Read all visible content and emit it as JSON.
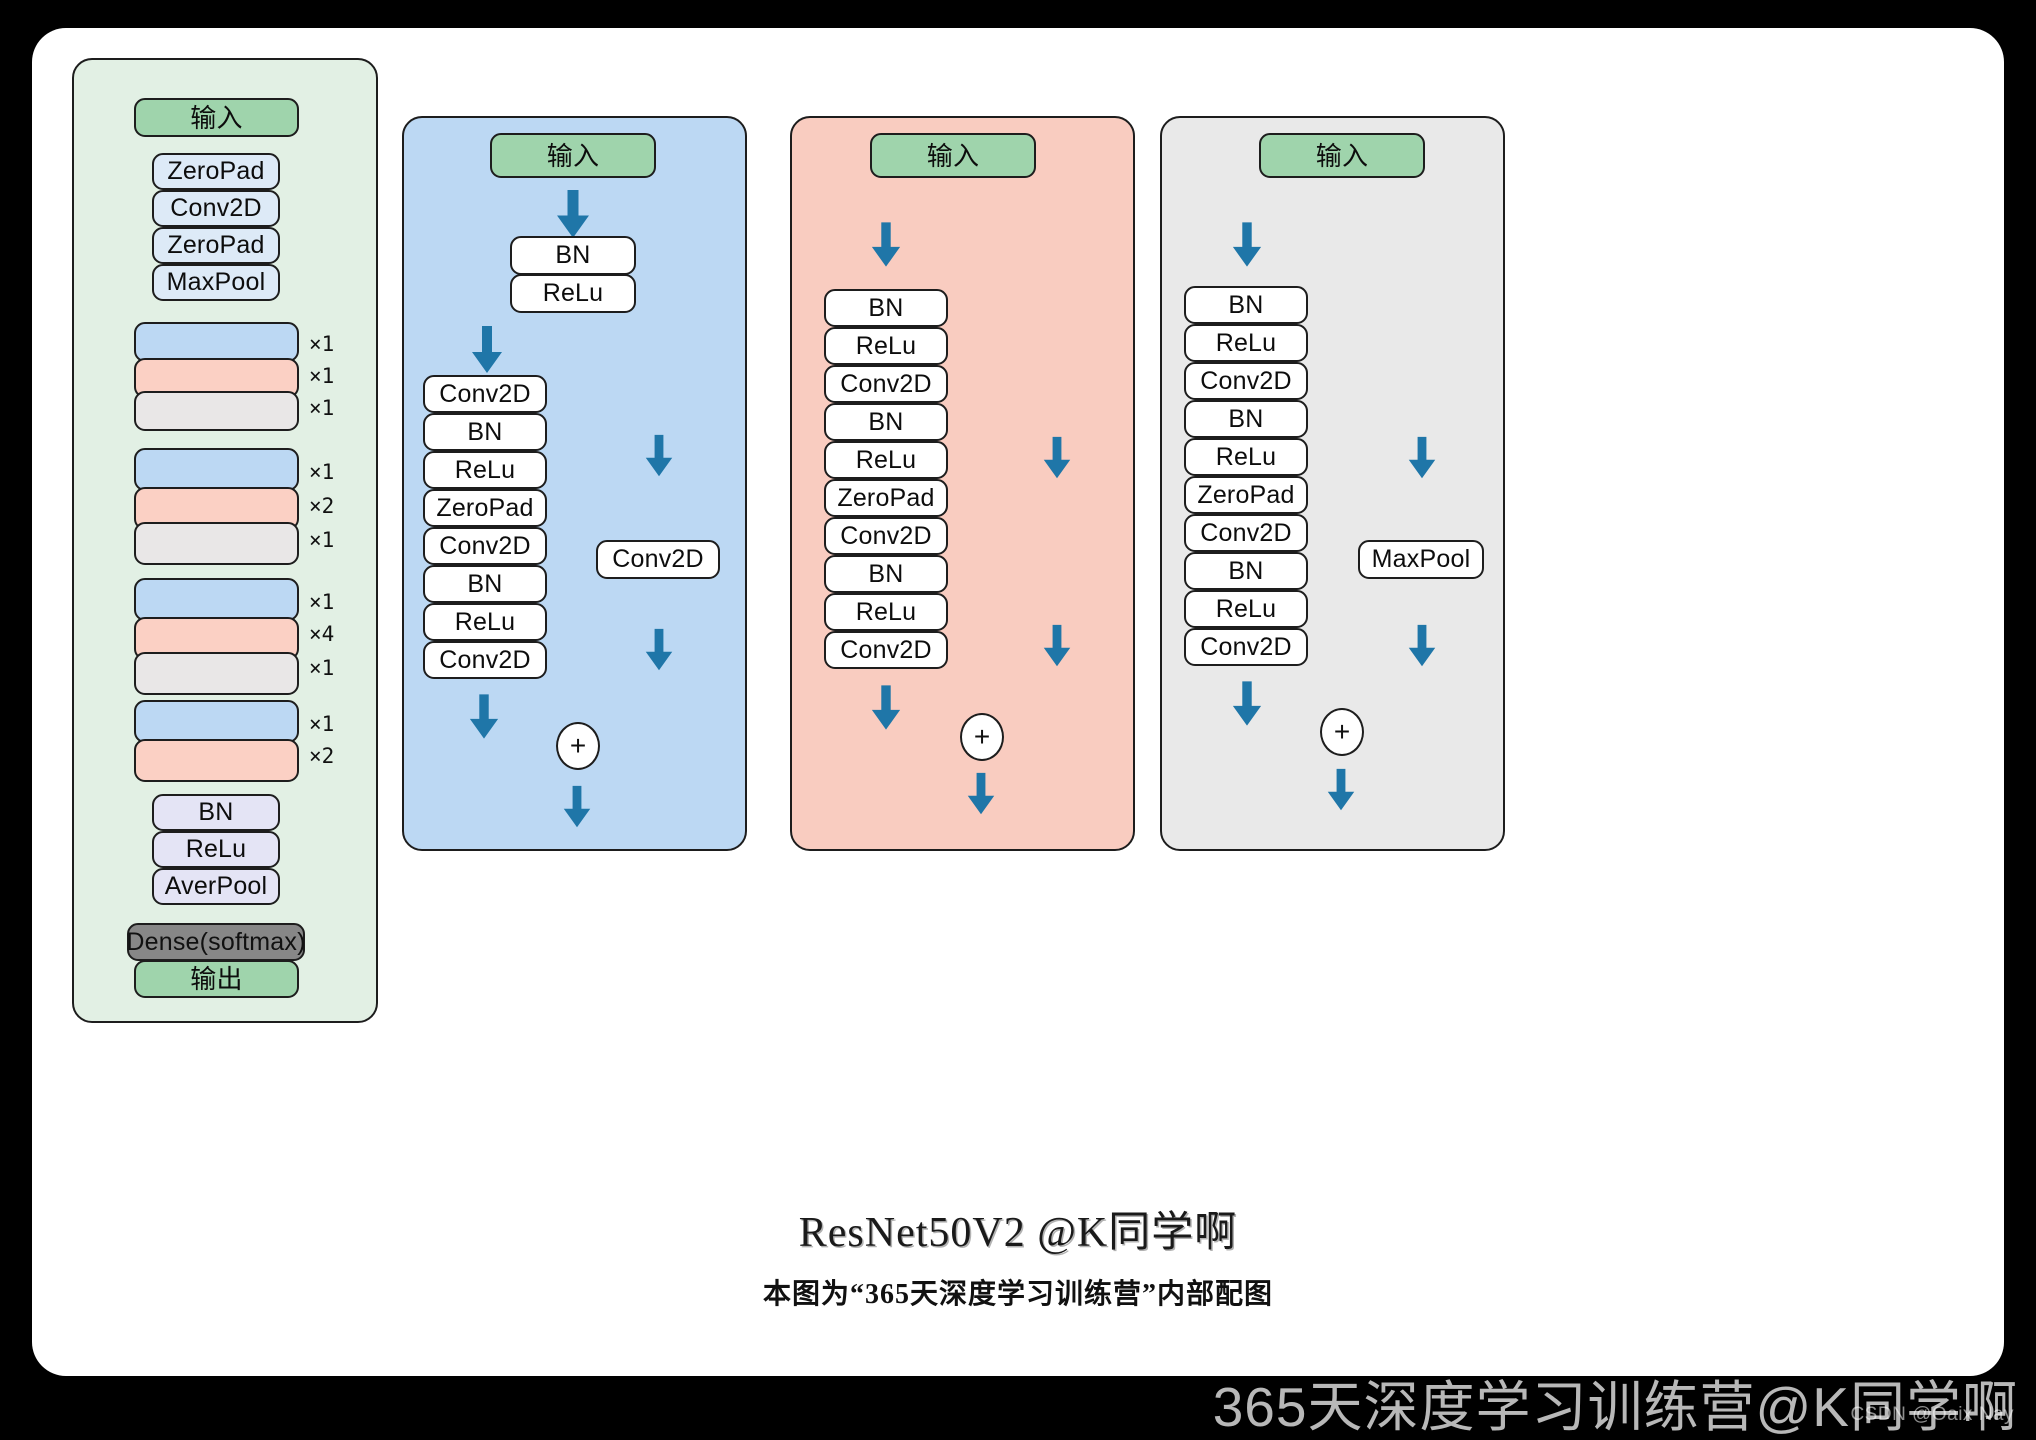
{
  "diagram": {
    "title": "ResNet50V2 @K同学啊",
    "subtitle": "本图为“365天深度学习训练营”内部配图",
    "watermark": "365天深度学习训练营@K同学啊",
    "credit": "CSDN @Oaix Nay",
    "colors": {
      "panel_green": "#e2f0e4",
      "panel_blue": "#bcd8f3",
      "panel_pink": "#f9ccc0",
      "panel_gray": "#e9e9e9",
      "node_input": "#9fd4ac",
      "node_lightblue": "#ddeaf7",
      "node_lavender": "#e4e4f5",
      "node_dense": "#878787",
      "arrow": "#1f76a8",
      "stroke": "#1d1d1d"
    }
  },
  "overview_panel": {
    "name": "ResNet50V2 overview",
    "input_label": "输入",
    "stem": [
      "ZeroPad",
      "Conv2D",
      "ZeroPad",
      "MaxPool"
    ],
    "stage_groups": [
      {
        "blocks": [
          {
            "type": "blue",
            "mult": "×1"
          },
          {
            "type": "pink",
            "mult": "×1"
          },
          {
            "type": "gray",
            "mult": "×1"
          }
        ]
      },
      {
        "blocks": [
          {
            "type": "blue",
            "mult": "×1"
          },
          {
            "type": "pink",
            "mult": "×2"
          },
          {
            "type": "gray",
            "mult": "×1"
          }
        ]
      },
      {
        "blocks": [
          {
            "type": "blue",
            "mult": "×1"
          },
          {
            "type": "pink",
            "mult": "×4"
          },
          {
            "type": "gray",
            "mult": "×1"
          }
        ]
      },
      {
        "blocks": [
          {
            "type": "blue",
            "mult": "×1"
          },
          {
            "type": "pink",
            "mult": "×2"
          }
        ]
      }
    ],
    "head": [
      "BN",
      "ReLu",
      "AverPool"
    ],
    "dense_label": "Dense(softmax)",
    "output_label": "输出"
  },
  "blue_block": {
    "name": "conv-block",
    "input_label": "输入",
    "pre": [
      "BN",
      "ReLu"
    ],
    "main_branch": [
      "Conv2D",
      "BN",
      "ReLu",
      "ZeroPad",
      "Conv2D",
      "BN",
      "ReLu",
      "Conv2D"
    ],
    "shortcut_branch": [
      "Conv2D"
    ],
    "merge_label": "+"
  },
  "pink_block": {
    "name": "identity-block",
    "input_label": "输入",
    "main_branch": [
      "BN",
      "ReLu",
      "Conv2D",
      "BN",
      "ReLu",
      "ZeroPad",
      "Conv2D",
      "BN",
      "ReLu",
      "Conv2D"
    ],
    "shortcut_branch": [],
    "merge_label": "+"
  },
  "gray_block": {
    "name": "pool-block",
    "input_label": "输入",
    "main_branch": [
      "BN",
      "ReLu",
      "Conv2D",
      "BN",
      "ReLu",
      "ZeroPad",
      "Conv2D",
      "BN",
      "ReLu",
      "Conv2D"
    ],
    "shortcut_branch": [
      "MaxPool"
    ],
    "merge_label": "+"
  }
}
